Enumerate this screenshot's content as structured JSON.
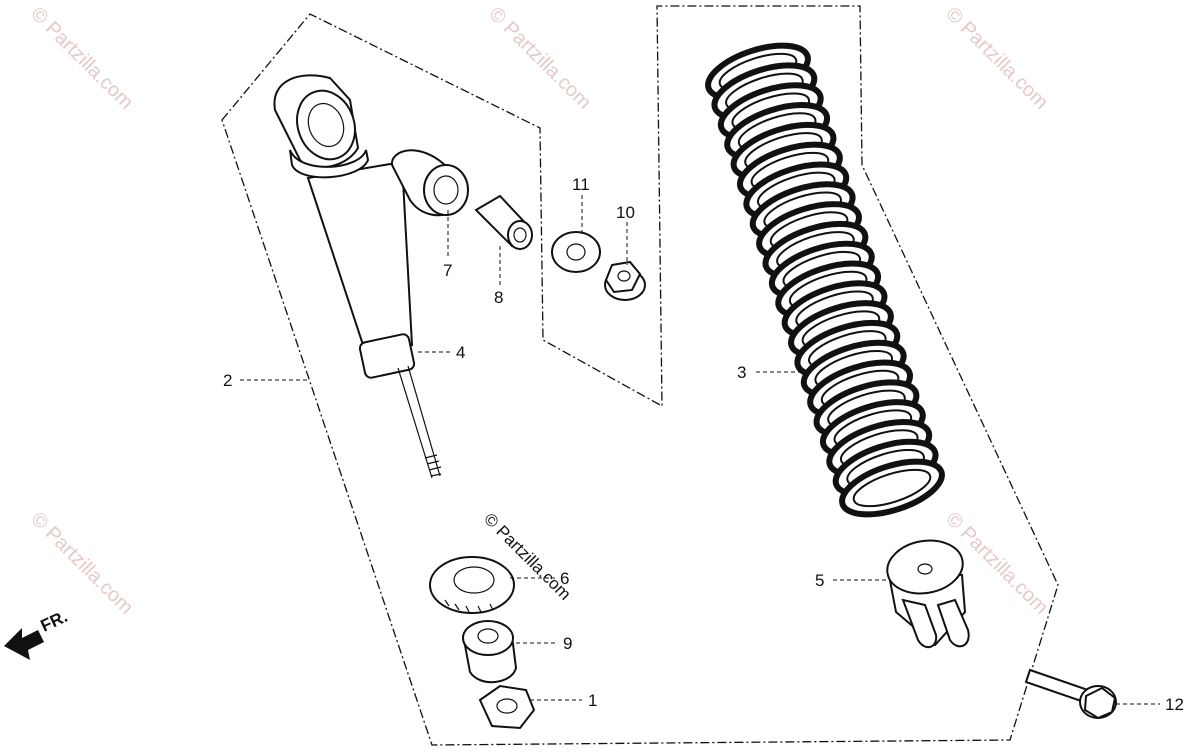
{
  "watermarks": {
    "text": "© Partzilla.com",
    "center_text": "© Partzilla.com"
  },
  "direction_marker": {
    "label": "FR.",
    "icon": "front-arrow-icon"
  },
  "callouts": [
    {
      "id": "1",
      "text": "1"
    },
    {
      "id": "2",
      "text": "2"
    },
    {
      "id": "3",
      "text": "3"
    },
    {
      "id": "4",
      "text": "4"
    },
    {
      "id": "5",
      "text": "5"
    },
    {
      "id": "6",
      "text": "6"
    },
    {
      "id": "7",
      "text": "7"
    },
    {
      "id": "8",
      "text": "8"
    },
    {
      "id": "9",
      "text": "9"
    },
    {
      "id": "10",
      "text": "10"
    },
    {
      "id": "11",
      "text": "11"
    },
    {
      "id": "12",
      "text": "12"
    }
  ],
  "colors": {
    "ink": "#111111",
    "watermark": "#e6c9c9",
    "background": "#ffffff"
  }
}
